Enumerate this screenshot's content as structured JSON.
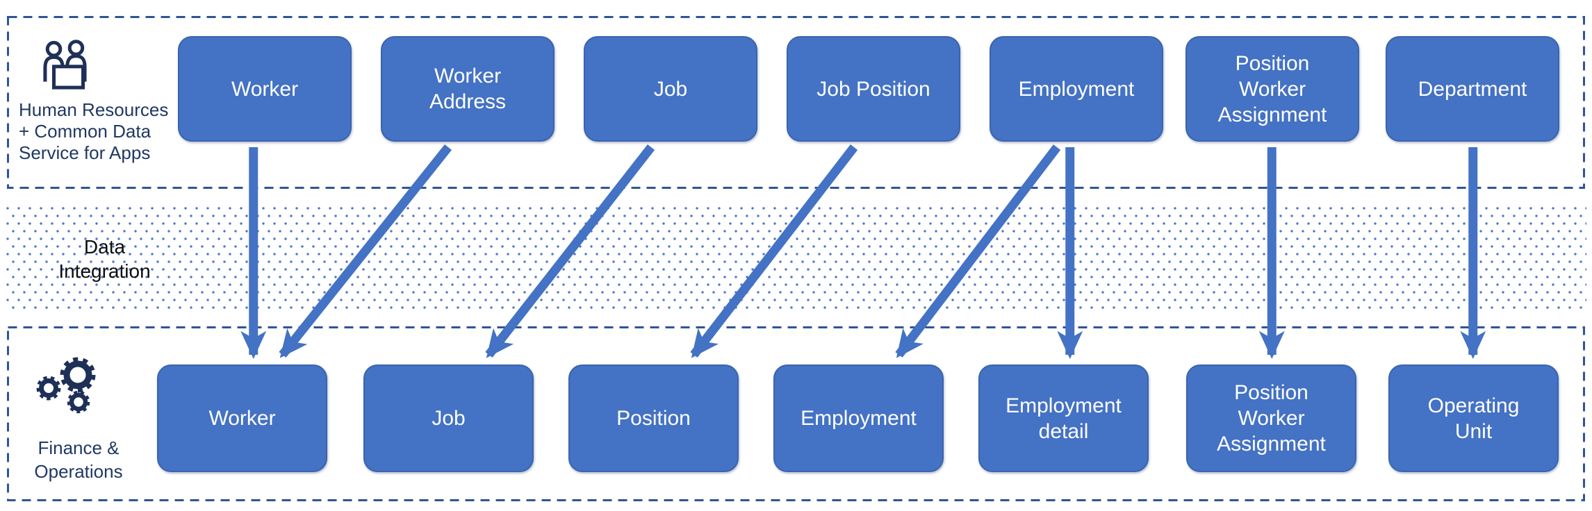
{
  "diagram": {
    "hr_band": {
      "icon": "people-at-kiosk-icon",
      "label": "Human Resources + Common Data Service for Apps",
      "label_lines": [
        "Human Resources",
        "+ Common Data",
        "Service for Apps"
      ],
      "entities": [
        {
          "label": "Worker",
          "lines": [
            "Worker"
          ]
        },
        {
          "label": "Worker Address",
          "lines": [
            "Worker",
            "Address"
          ]
        },
        {
          "label": "Job",
          "lines": [
            "Job"
          ]
        },
        {
          "label": "Job Position",
          "lines": [
            "Job Position"
          ]
        },
        {
          "label": "Employment",
          "lines": [
            "Employment"
          ]
        },
        {
          "label": "Position Worker Assignment",
          "lines": [
            "Position",
            "Worker",
            "Assignment"
          ]
        },
        {
          "label": "Department",
          "lines": [
            "Department"
          ]
        }
      ]
    },
    "integration_band": {
      "label": "Data Integration",
      "label_lines": [
        "Data",
        "Integration"
      ]
    },
    "fo_band": {
      "icon": "gears-icon",
      "label": "Finance & Operations",
      "label_lines": [
        "Finance &",
        "Operations"
      ],
      "entities": [
        {
          "label": "Worker",
          "lines": [
            "Worker"
          ]
        },
        {
          "label": "Job",
          "lines": [
            "Job"
          ]
        },
        {
          "label": "Position",
          "lines": [
            "Position"
          ]
        },
        {
          "label": "Employment",
          "lines": [
            "Employment"
          ]
        },
        {
          "label": "Employment detail",
          "lines": [
            "Employment",
            "detail"
          ]
        },
        {
          "label": "Position Worker Assignment",
          "lines": [
            "Position",
            "Worker",
            "Assignment"
          ]
        },
        {
          "label": "Operating Unit",
          "lines": [
            "Operating",
            "Unit"
          ]
        }
      ]
    },
    "connections": [
      {
        "from": "Worker",
        "to": "Worker",
        "from_index": 0,
        "to_index": 0,
        "style": "vertical"
      },
      {
        "from": "Worker Address",
        "to": "Worker",
        "from_index": 1,
        "to_index": 0,
        "style": "diagonal"
      },
      {
        "from": "Job",
        "to": "Job",
        "from_index": 2,
        "to_index": 1,
        "style": "diagonal"
      },
      {
        "from": "Job Position",
        "to": "Position",
        "from_index": 3,
        "to_index": 2,
        "style": "diagonal"
      },
      {
        "from": "Employment",
        "to": "Employment",
        "from_index": 4,
        "to_index": 3,
        "style": "diagonal"
      },
      {
        "from": "Employment",
        "to": "Employment detail",
        "from_index": 4,
        "to_index": 4,
        "style": "vertical"
      },
      {
        "from": "Position Worker Assignment",
        "to": "Position Worker Assignment",
        "from_index": 5,
        "to_index": 5,
        "style": "vertical"
      },
      {
        "from": "Department",
        "to": "Operating Unit",
        "from_index": 6,
        "to_index": 6,
        "style": "vertical"
      }
    ],
    "colors": {
      "box_fill": "#4472C4",
      "box_border": "#3A64AE",
      "box_text": "#FFFFFF",
      "arrow": "#4472C4",
      "dashed_border": "#2F5496",
      "dot": "#4B76C6",
      "band_label": "#1F3864",
      "integration_text": "#0D0D0D",
      "icon": "#1F3057"
    }
  }
}
